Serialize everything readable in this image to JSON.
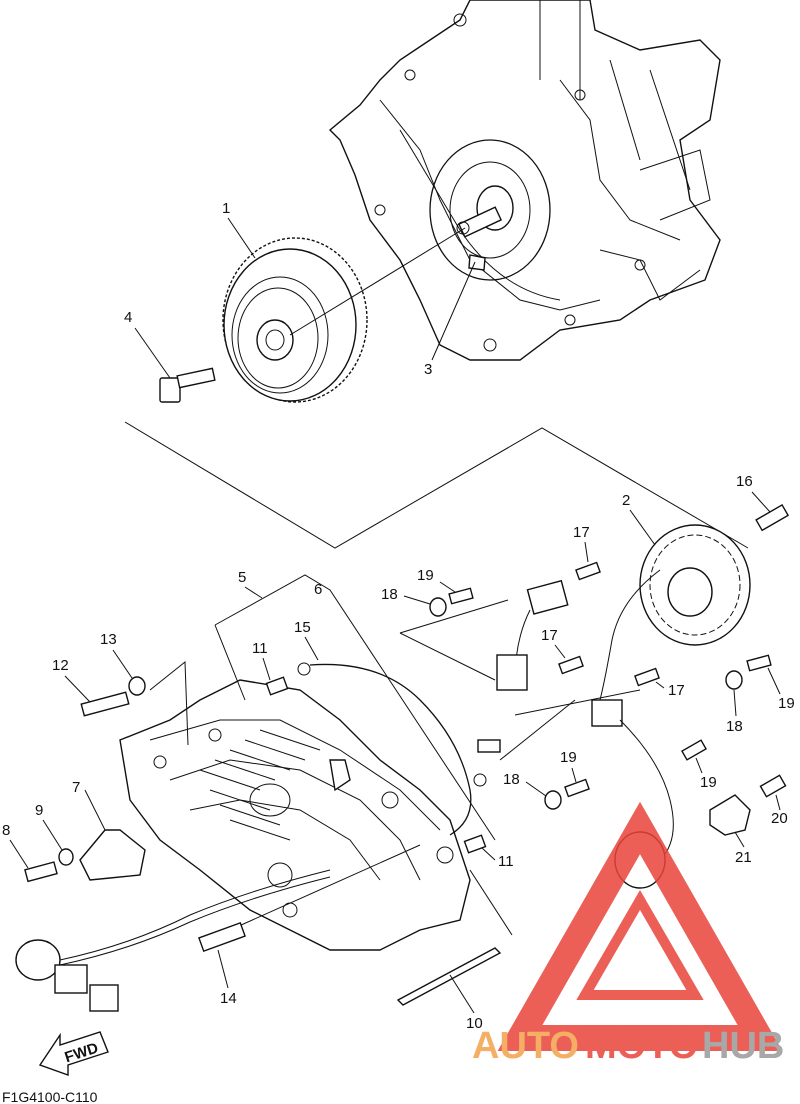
{
  "diagram_code": "F1G4100-C110",
  "fwd_label": "FWD",
  "watermark": {
    "brand_part1": "AUTO",
    "brand_part2": "MOTO",
    "brand_part3": "HUB",
    "color_red": "#e8443a",
    "color_orange": "#f4a24a",
    "color_gray": "#9a9a9a"
  },
  "callouts": [
    "1",
    "2",
    "3",
    "4",
    "5",
    "6",
    "7",
    "8",
    "9",
    "10",
    "11",
    "11",
    "12",
    "13",
    "14",
    "15",
    "16",
    "17",
    "17",
    "17",
    "18",
    "18",
    "18",
    "19",
    "19",
    "19",
    "19",
    "20",
    "21"
  ]
}
